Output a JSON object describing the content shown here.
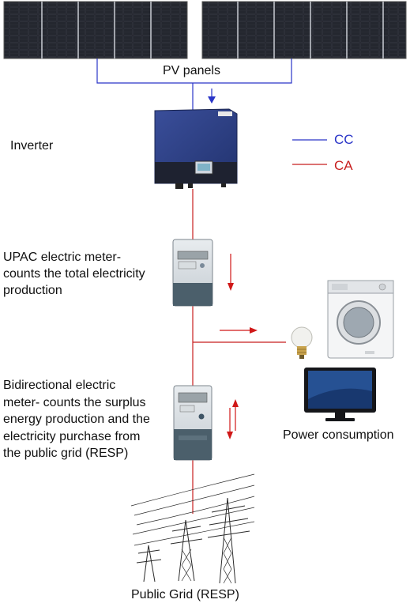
{
  "labels": {
    "pv_panels": "PV panels",
    "inverter": "Inverter",
    "upac_meter": [
      "UPAC electric meter-",
      "counts the total electricity",
      "production"
    ],
    "bidirectional_meter": [
      "Bidirectional electric",
      "meter- counts the surplus",
      "energy production and the",
      "electricity purchase from",
      "the public grid (RESP)"
    ],
    "power_consumption": "Power consumption",
    "public_grid": "Public Grid (RESP)"
  },
  "legend": {
    "cc": {
      "label": "CC",
      "color": "#2a35c8"
    },
    "ca": {
      "label": "CA",
      "color": "#c81e1e"
    }
  },
  "colors": {
    "dc_line": "#2a35c8",
    "ac_line": "#c81e1e",
    "arrow": "#d01818",
    "inverter_body": "#2c3f86",
    "panel_cell": "#1a1c22"
  },
  "icons": [
    "solar-panel-icon",
    "inverter-icon",
    "electric-meter-icon",
    "washing-machine-icon",
    "light-bulb-icon",
    "monitor-icon",
    "power-pylon-icon"
  ]
}
